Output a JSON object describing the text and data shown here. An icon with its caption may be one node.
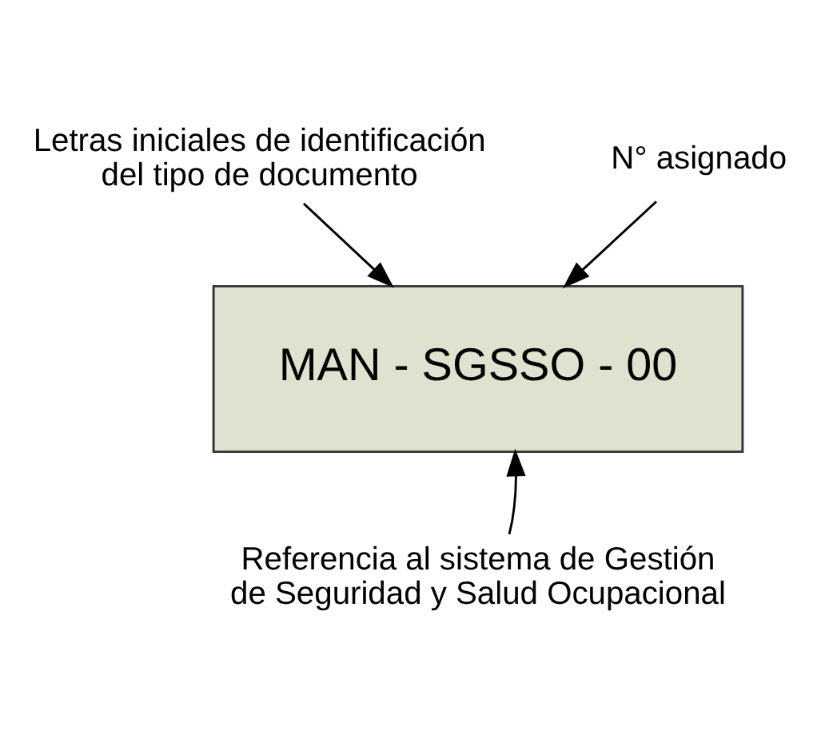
{
  "diagram": {
    "nodes": [
      {
        "text": [
          "Letras iniciales de identificación del tipo de documento"
        ]
      },
      {
        "text": [
          "N° asignado"
        ]
      },
      {
        "text": [
          "MAN - SGSSO - 00"
        ]
      },
      {
        "text": [
          "Referencia al sistema de Gestión de Seguridad y Salud Ocupacional"
        ]
      }
    ],
    "edges": [
      {
        "from": 0,
        "to": 2,
        "arrow": "to"
      },
      {
        "from": 1,
        "to": 2,
        "arrow": "to"
      },
      {
        "from": 3,
        "to": 2,
        "arrow": "to"
      }
    ]
  }
}
